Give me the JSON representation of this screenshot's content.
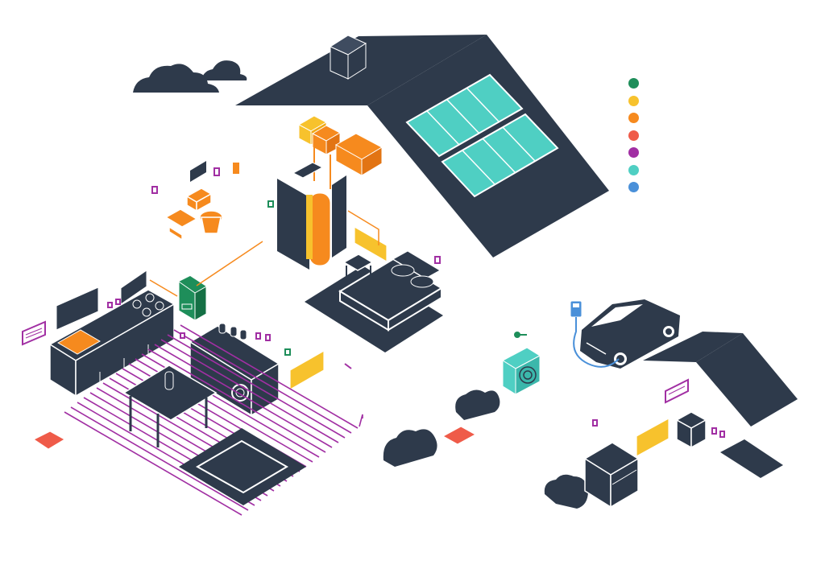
{
  "palette": {
    "navy": "#2e3a4b",
    "white": "#ffffff",
    "green": "#1e8e5a",
    "yellow": "#f7c22d",
    "orange": "#f68a1e",
    "red": "#ef5b49",
    "purple": "#a12fa3",
    "teal": "#4fcfc3",
    "blue": "#4a90d9"
  },
  "legend": {
    "items": [
      {
        "name": "green-dot",
        "color": "#1e8e5a"
      },
      {
        "name": "yellow-dot",
        "color": "#f7c22d"
      },
      {
        "name": "orange-dot",
        "color": "#f68a1e"
      },
      {
        "name": "red-dot",
        "color": "#ef5b49"
      },
      {
        "name": "purple-dot",
        "color": "#a12fa3"
      },
      {
        "name": "teal-dot",
        "color": "#4fcfc3"
      },
      {
        "name": "blue-dot",
        "color": "#4a90d9"
      }
    ]
  },
  "icons": [
    "cloud-icon",
    "house-roof-icon",
    "chimney-icon",
    "solar-panel-icon",
    "hot-water-tank-icon",
    "radiator-icon",
    "toilet-icon",
    "boiler-icon",
    "kitchen-icon",
    "washing-machine-icon",
    "underfloor-heating-icon",
    "heat-pump-icon",
    "car-icon",
    "ev-charger-icon",
    "garage-roof-icon",
    "bed-icon",
    "table-icon",
    "bush-icon",
    "sensor-icon",
    "thermostat-icon",
    "wall-switch-icon"
  ]
}
